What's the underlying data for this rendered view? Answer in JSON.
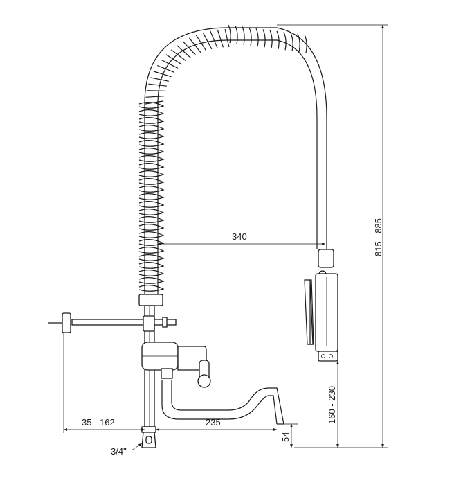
{
  "dimensions": {
    "reach": "340",
    "height": "815 - 885",
    "spray_height": "160 - 230",
    "deck_offset": "35 - 162",
    "spout_reach": "235",
    "spout_height": "54",
    "connection": "3/4\""
  }
}
